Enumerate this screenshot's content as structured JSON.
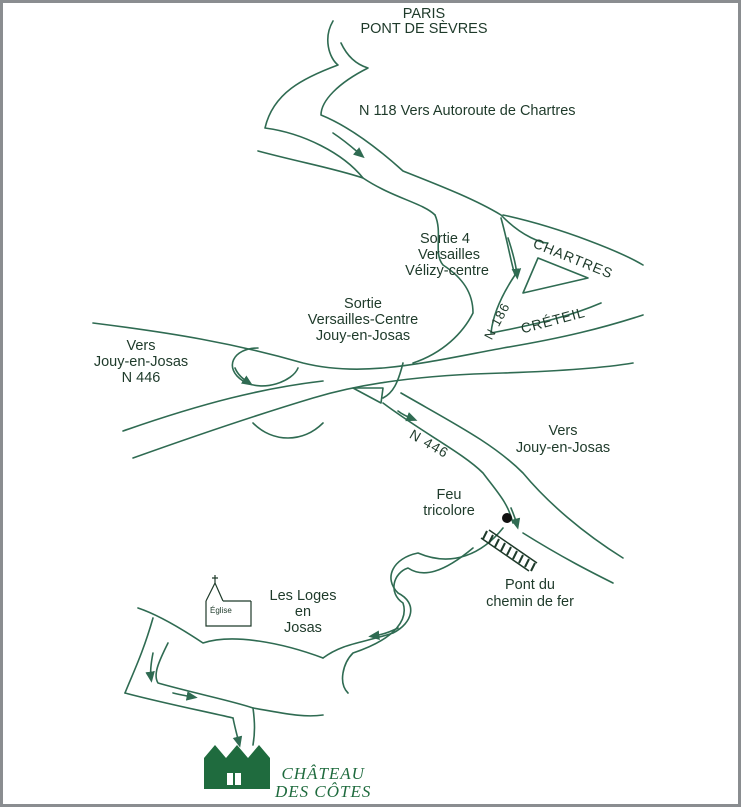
{
  "map": {
    "top_label_line1": "PARIS",
    "top_label_line2": "PONT DE SÈVRES",
    "n118_label": "N 118 Vers Autoroute de Chartres",
    "sortie4_line1": "Sortie 4",
    "sortie4_line2": "Versailles",
    "sortie4_line3": "Vélizy-centre",
    "chartres_label": "CHARTRES",
    "creteil_label": "CRÉTEIL",
    "n186_label": "N 186",
    "sortie_vc_line1": "Sortie",
    "sortie_vc_line2": "Versailles-Centre",
    "sortie_vc_line3": "Jouy-en-Josas",
    "vers_jouy_left_line1": "Vers",
    "vers_jouy_left_line2": "Jouy-en-Josas",
    "vers_jouy_left_line3": "N 446",
    "n446_label": "N 446",
    "vers_jouy_right_line1": "Vers",
    "vers_jouy_right_line2": "Jouy-en-Josas",
    "feu_line1": "Feu",
    "feu_line2": "tricolore",
    "pont_line1": "Pont du",
    "pont_line2": "chemin de fer",
    "loges_line1": "Les Loges",
    "loges_line2": "en",
    "loges_line3": "Josas",
    "eglise_label": "Église",
    "chateau_line1": "CHÂTEAU",
    "chateau_line2": "DES CÔTES"
  },
  "colors": {
    "road_line": "#2f6b52",
    "text": "#1e3a2a",
    "chateau_green": "#1f6b3e"
  }
}
